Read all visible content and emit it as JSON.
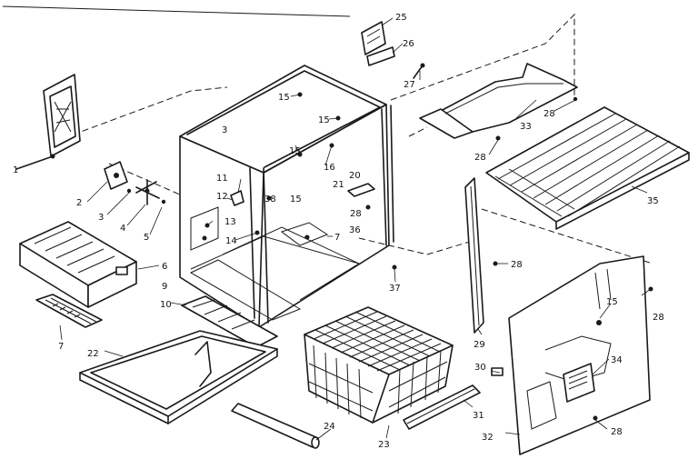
{
  "diagram": {
    "callouts": [
      {
        "id": "c1",
        "label": "1"
      },
      {
        "id": "c2",
        "label": "2"
      },
      {
        "id": "c3a",
        "label": "3"
      },
      {
        "id": "c3b",
        "label": "3"
      },
      {
        "id": "c4",
        "label": "4"
      },
      {
        "id": "c5",
        "label": "5"
      },
      {
        "id": "c6",
        "label": "6"
      },
      {
        "id": "c7a",
        "label": "7"
      },
      {
        "id": "c7b",
        "label": "7"
      },
      {
        "id": "c9",
        "label": "9"
      },
      {
        "id": "c10",
        "label": "10"
      },
      {
        "id": "c11",
        "label": "11"
      },
      {
        "id": "c12",
        "label": "12"
      },
      {
        "id": "c13",
        "label": "13"
      },
      {
        "id": "c14",
        "label": "14"
      },
      {
        "id": "c15a",
        "label": "15"
      },
      {
        "id": "c15b",
        "label": "15"
      },
      {
        "id": "c15c",
        "label": "15"
      },
      {
        "id": "c15d",
        "label": "15"
      },
      {
        "id": "c15e",
        "label": "15"
      },
      {
        "id": "c16",
        "label": "16"
      },
      {
        "id": "c20",
        "label": "20"
      },
      {
        "id": "c21",
        "label": "21"
      },
      {
        "id": "c22",
        "label": "22"
      },
      {
        "id": "c23",
        "label": "23"
      },
      {
        "id": "c24",
        "label": "24"
      },
      {
        "id": "c25",
        "label": "25"
      },
      {
        "id": "c26",
        "label": "26"
      },
      {
        "id": "c27",
        "label": "27"
      },
      {
        "id": "c28a",
        "label": "28"
      },
      {
        "id": "c28b",
        "label": "28"
      },
      {
        "id": "c28c",
        "label": "28"
      },
      {
        "id": "c28d",
        "label": "28"
      },
      {
        "id": "c28e",
        "label": "28"
      },
      {
        "id": "c28f",
        "label": "28"
      },
      {
        "id": "c29",
        "label": "29"
      },
      {
        "id": "c30",
        "label": "30"
      },
      {
        "id": "c31",
        "label": "31"
      },
      {
        "id": "c32",
        "label": "32"
      },
      {
        "id": "c33",
        "label": "33"
      },
      {
        "id": "c34",
        "label": "34"
      },
      {
        "id": "c35",
        "label": "35"
      },
      {
        "id": "c36",
        "label": "36"
      },
      {
        "id": "c37",
        "label": "37"
      },
      {
        "id": "c38",
        "label": "38"
      }
    ]
  }
}
